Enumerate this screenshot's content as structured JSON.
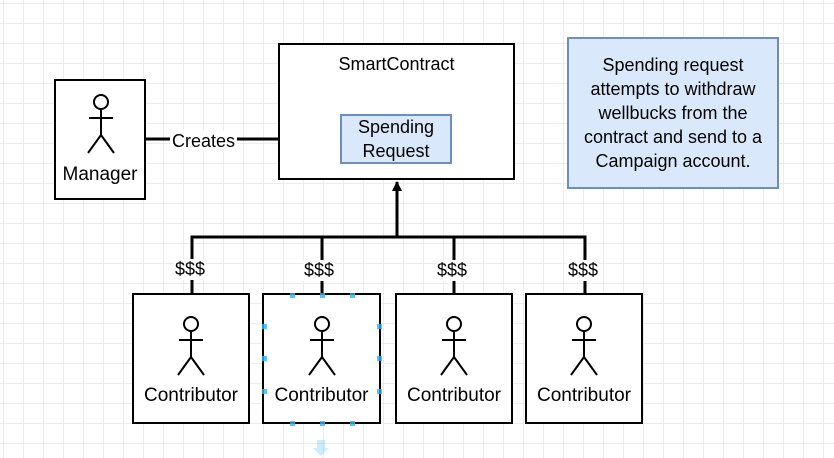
{
  "manager": {
    "label": "Manager"
  },
  "contract": {
    "title": "SmartContract"
  },
  "spending_request": {
    "line1": "Spending",
    "line2": "Request"
  },
  "edge_creates": {
    "label": "Creates"
  },
  "note": {
    "text": "Spending request attempts to withdraw wellbucks from the contract and send to a Campaign account."
  },
  "contributors": [
    {
      "label": "Contributor",
      "money": "$$$"
    },
    {
      "label": "Contributor",
      "money": "$$$"
    },
    {
      "label": "Contributor",
      "money": "$$$"
    },
    {
      "label": "Contributor",
      "money": "$$$"
    }
  ],
  "colors": {
    "note_fill": "#dae8fc",
    "note_stroke": "#6c8ebf",
    "selection_handle": "#29b6f2",
    "grid": "#ececec"
  }
}
